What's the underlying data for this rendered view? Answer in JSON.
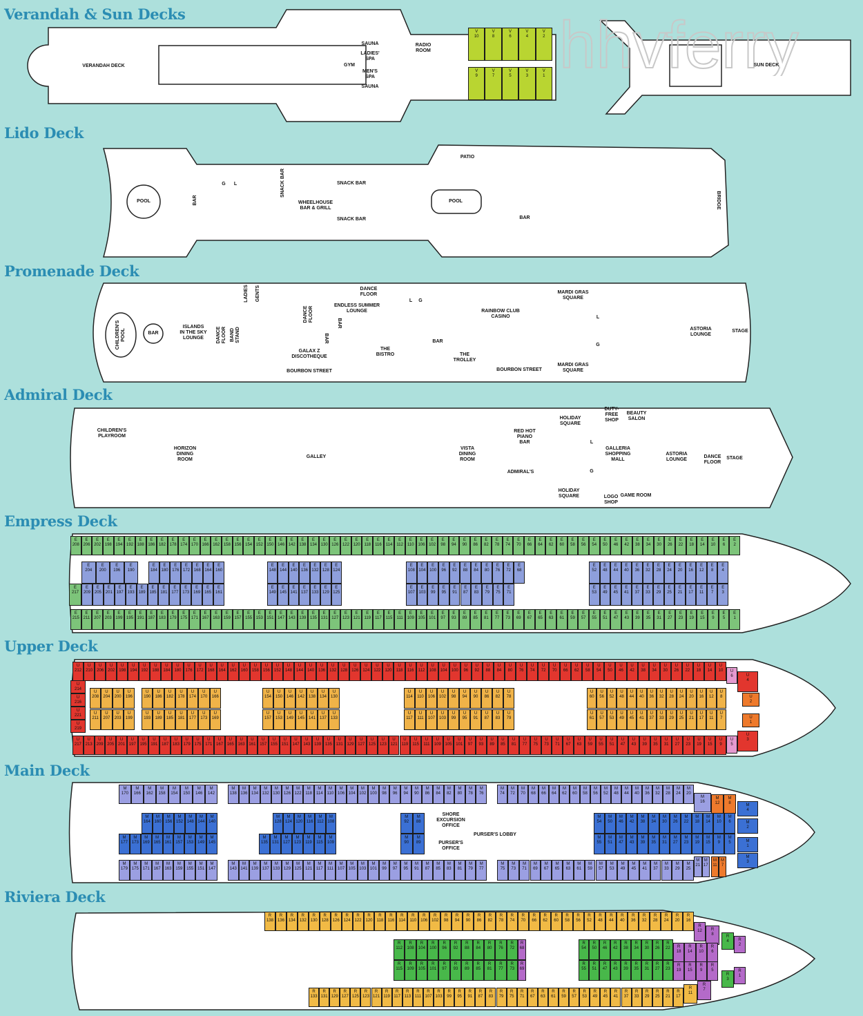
{
  "watermark": "hhvferry",
  "decks": {
    "verandah": {
      "title": "Verandah & Sun Decks",
      "labels": {
        "deck": "VERANDAH DECK",
        "gym": "GYM",
        "sauna1": "SAUNA",
        "ladies_spa": "LADIES'\nSPA",
        "mens_spa": "MEN'S\nSPA",
        "sauna2": "SAUNA",
        "radio": "RADIO\nROOM",
        "sun": "SUN DECK"
      }
    },
    "lido": {
      "title": "Lido Deck",
      "labels": {
        "pool1": "POOL",
        "bar1": "BAR",
        "g": "G",
        "l": "L",
        "snack_v": "SNACK BAR",
        "wheelhouse": "WHEELHOUSE\nBAR & GRILL",
        "snack1": "SNACK BAR",
        "snack2": "SNACK BAR",
        "patio": "PATIO",
        "pool2": "POOL",
        "bar2": "BAR",
        "bridge": "BRIDGE"
      }
    },
    "promenade": {
      "title": "Promenade Deck",
      "labels": {
        "childpool": "CHILDREN'S\nPOOL",
        "bar": "BAR",
        "islands": "ISLANDS\nIN THE SKY\nLOUNGE",
        "dance1": "DANCE\nFLOOR",
        "band": "BAND\nSTAND",
        "ladies": "LADIES",
        "gents": "GENTS",
        "dance2": "DANCE\nFLOOR",
        "galax": "GALAX Z\nDISCOTHEQUE",
        "endless": "ENDLESS SUMMER\nLOUNGE",
        "dance3": "DANCE\nFLOOR",
        "bar2": "BAR",
        "bar3": "BAR",
        "bistro": "THE\nBISTRO",
        "l": "L",
        "g": "G",
        "bar4": "BAR",
        "casino": "RAINBOW CLUB\nCASINO",
        "trolley": "THE\nTROLLEY",
        "bourbon1": "BOURBON STREET",
        "bourbon2": "BOURBON STREET",
        "mardi1": "MARDI GRAS\nSQUARE",
        "mardi2": "MARDI GRAS\nSQUARE",
        "l2": "L",
        "g2": "G",
        "astoria": "ASTORIA\nLOUNGE",
        "stage": "STAGE"
      }
    },
    "admiral": {
      "title": "Admiral Deck",
      "labels": {
        "playroom": "CHILDREN'S\nPLAYROOM",
        "horizon": "HORIZON\nDINING\nROOM",
        "galley": "GALLEY",
        "vista": "VISTA\nDINING\nROOM",
        "redhot": "RED HOT\nPIANO\nBAR",
        "admirals": "ADMIRAL'S",
        "holiday1": "HOLIDAY\nSQUARE",
        "holiday2": "HOLIDAY\nSQUARE",
        "dutyfree": "DUTY-\nFREE\nSHOP",
        "beauty": "BEAUTY\nSALON",
        "galleria": "GALLERIA\nSHOPPING\nMALL",
        "l": "L",
        "g": "G",
        "logo": "LOGO\nSHOP",
        "game": "GAME ROOM",
        "astoria": "ASTORIA\nLOUNGE",
        "dance": "DANCE\nFLOOR",
        "stage": "STAGE"
      }
    },
    "empress": {
      "title": "Empress Deck"
    },
    "upper": {
      "title": "Upper Deck"
    },
    "main": {
      "title": "Main Deck",
      "labels": {
        "shore": "SHORE\nEXCURSION\nOFFICE",
        "purser_office": "PURSER'S\nOFFICE",
        "purser_lobby": "PURSER'S LOBBY"
      }
    },
    "riviera": {
      "title": "Riviera Deck"
    }
  },
  "colors": {
    "hull": "#ffffff",
    "title": "#2b8db3",
    "verandah": "#b9d531",
    "green": "#7dc47a",
    "blue": "#8e9fdc",
    "red": "#e2362e",
    "orange": "#f0b348",
    "pink": "#e59ad0",
    "orange2": "#ee7a2c",
    "lavender": "#9b9fe2",
    "mblue": "#3b70d4",
    "rgreen": "#48b84a",
    "purple": "#b46ac9",
    "yellow": "#f1ba45"
  },
  "cabin_segments": [
    {
      "p": "V",
      "c": "verandah",
      "n": [
        10,
        8,
        6,
        4,
        2
      ]
    },
    {
      "p": "V",
      "c": "verandah",
      "n": [
        9,
        7,
        5,
        3,
        1
      ]
    },
    {
      "p": "E",
      "c": "green",
      "n": [
        208,
        206,
        202,
        198,
        194,
        192,
        188,
        186,
        182,
        178,
        174,
        170,
        166,
        162,
        158,
        156,
        154,
        152,
        150,
        146,
        142,
        138,
        134,
        130,
        126,
        122,
        120,
        118,
        116,
        114,
        112,
        110,
        106,
        102,
        98,
        94,
        90,
        86,
        82,
        78,
        74,
        70,
        66,
        64,
        62,
        60,
        58,
        56,
        54,
        50,
        46,
        42,
        38,
        34,
        30,
        26,
        22,
        18,
        14,
        10,
        6,
        2
      ]
    },
    {
      "p": "E",
      "c": "blue",
      "n": [
        204,
        200,
        196,
        190
      ]
    },
    {
      "p": "E",
      "c": "blue",
      "n": [
        184,
        180,
        176,
        172,
        168,
        164,
        160
      ]
    },
    {
      "p": "E",
      "c": "blue",
      "n": [
        148,
        144,
        140,
        136,
        132,
        128,
        124
      ]
    },
    {
      "p": "E",
      "c": "blue",
      "n": [
        108,
        104,
        100,
        96,
        92,
        88,
        84,
        80,
        76,
        72,
        68
      ]
    },
    {
      "p": "E",
      "c": "blue",
      "n": [
        52,
        48,
        44,
        40,
        36,
        32,
        28,
        24,
        20,
        16,
        12,
        8,
        4
      ]
    },
    {
      "p": "E",
      "c": "green",
      "n": [
        217
      ]
    },
    {
      "p": "E",
      "c": "blue",
      "n": [
        209,
        205,
        201,
        197,
        193,
        189,
        185,
        181,
        177,
        173,
        169,
        165,
        161
      ]
    },
    {
      "p": "E",
      "c": "blue",
      "n": [
        149,
        145,
        141,
        137,
        133,
        129,
        125
      ]
    },
    {
      "p": "E",
      "c": "blue",
      "n": [
        107,
        103,
        99,
        95,
        91,
        87,
        83,
        79,
        75,
        71
      ]
    },
    {
      "p": "E",
      "c": "blue",
      "n": [
        53,
        49,
        45,
        41,
        37,
        33,
        29,
        25,
        21,
        17,
        11,
        7,
        3
      ]
    },
    {
      "p": "E",
      "c": "green",
      "n": [
        215,
        211,
        207,
        203,
        199,
        195,
        191,
        187,
        183,
        179,
        175,
        171,
        167,
        163,
        159,
        157,
        155,
        153,
        151,
        147,
        143,
        139,
        135,
        131,
        127,
        123,
        121,
        119,
        117,
        115,
        111,
        109,
        105,
        101,
        97,
        93,
        89,
        85,
        81,
        77,
        73,
        69,
        67,
        65,
        63,
        61,
        59,
        57,
        55,
        51,
        47,
        43,
        39,
        35,
        31,
        27,
        23,
        19,
        15,
        9,
        5,
        1
      ]
    },
    {
      "p": "U",
      "c": "red",
      "n": [
        212,
        210,
        206,
        202,
        198,
        194,
        192,
        188,
        184,
        180,
        176,
        172,
        168,
        164,
        162,
        160,
        158,
        156,
        152,
        148,
        144,
        140,
        136,
        132,
        128,
        126,
        124,
        122,
        120,
        118,
        116,
        112,
        108,
        104,
        100,
        96,
        92,
        88,
        84,
        80,
        76,
        74,
        72,
        70,
        66,
        62,
        58,
        54,
        50,
        46,
        42,
        38,
        34,
        30,
        26,
        22,
        18,
        14,
        10
      ]
    },
    {
      "p": "U",
      "c": "pink",
      "n": [
        6
      ]
    },
    {
      "p": "U",
      "c": "red",
      "n": [
        4
      ]
    },
    {
      "p": "U",
      "c": "red",
      "n": [
        214,
        216,
        221,
        219
      ]
    },
    {
      "p": "U",
      "c": "orange",
      "n": [
        208,
        204,
        200,
        196
      ]
    },
    {
      "p": "U",
      "c": "orange",
      "n": [
        190,
        186,
        182,
        178,
        174,
        170,
        166
      ]
    },
    {
      "p": "U",
      "c": "orange",
      "n": [
        154,
        150,
        146,
        142,
        138,
        134,
        130
      ]
    },
    {
      "p": "U",
      "c": "orange",
      "n": [
        114,
        110,
        106,
        102,
        98,
        94,
        90,
        86,
        82,
        78
      ]
    },
    {
      "p": "U",
      "c": "orange",
      "n": [
        60,
        56,
        52,
        48,
        44,
        40,
        36,
        32,
        28,
        24,
        20,
        16,
        12,
        8
      ]
    },
    {
      "p": "U",
      "c": "orange",
      "n": [
        211,
        207,
        203,
        199
      ]
    },
    {
      "p": "U",
      "c": "orange",
      "n": [
        193,
        189,
        185,
        181,
        177,
        173,
        169
      ]
    },
    {
      "p": "U",
      "c": "orange",
      "n": [
        157,
        153,
        149,
        145,
        141,
        137,
        133
      ]
    },
    {
      "p": "U",
      "c": "orange",
      "n": [
        117,
        111,
        107,
        103,
        99,
        95,
        91,
        87,
        83,
        79
      ]
    },
    {
      "p": "U",
      "c": "orange",
      "n": [
        61,
        57,
        53,
        49,
        45,
        41,
        37,
        33,
        29,
        25,
        21,
        17,
        11,
        7
      ]
    },
    {
      "p": "U",
      "c": "red",
      "n": [
        217,
        213,
        209,
        205,
        201,
        197,
        195,
        191,
        187,
        183,
        179,
        175,
        171,
        167,
        165,
        163,
        161,
        157,
        155,
        151,
        147,
        143,
        139,
        135,
        131,
        129,
        127,
        125,
        123,
        121,
        119,
        115,
        111,
        109,
        105,
        101,
        97,
        93,
        89,
        85,
        81,
        77,
        75,
        73,
        71,
        67,
        63,
        59,
        55,
        51,
        47,
        43,
        39,
        35,
        31,
        27,
        23,
        19,
        15,
        9
      ]
    },
    {
      "p": "U",
      "c": "pink",
      "n": [
        5
      ]
    },
    {
      "p": "U",
      "c": "red",
      "n": [
        3
      ]
    },
    {
      "p": "U",
      "c": "orange2",
      "n": [
        2
      ]
    },
    {
      "p": "U",
      "c": "orange2",
      "n": [
        1
      ]
    },
    {
      "p": "M",
      "c": "lavender",
      "n": [
        170,
        166,
        162,
        158,
        154,
        150,
        146,
        142
      ]
    },
    {
      "p": "M",
      "c": "lavender",
      "n": [
        138,
        136,
        134,
        132,
        130,
        126,
        122,
        118,
        114,
        110,
        106,
        104,
        102,
        100,
        98,
        96,
        94,
        90,
        86,
        84,
        82,
        80,
        78,
        76
      ]
    },
    {
      "p": "M",
      "c": "lavender",
      "n": [
        74,
        72,
        70,
        68,
        66,
        64,
        62,
        60,
        58,
        56,
        52,
        48,
        44,
        40,
        36,
        32,
        28,
        24,
        20
      ]
    },
    {
      "p": "M",
      "c": "lavender",
      "n": [
        16
      ]
    },
    {
      "p": "M",
      "c": "orange2",
      "n": [
        12,
        8
      ]
    },
    {
      "p": "M",
      "c": "mblue",
      "n": [
        4
      ]
    },
    {
      "p": "M",
      "c": "mblue",
      "n": [
        164,
        160,
        156,
        152,
        148,
        144,
        140
      ]
    },
    {
      "p": "M",
      "c": "mblue",
      "n": [
        128,
        124,
        120,
        116,
        112,
        108
      ]
    },
    {
      "p": "M",
      "c": "mblue",
      "n": [
        92,
        88
      ]
    },
    {
      "p": "M",
      "c": "mblue",
      "n": [
        54,
        50,
        46,
        42,
        38,
        34,
        30,
        26,
        22,
        18,
        14,
        10,
        6
      ]
    },
    {
      "p": "M",
      "c": "mblue",
      "n": [
        2
      ]
    },
    {
      "p": "M",
      "c": "mblue",
      "n": [
        177,
        173,
        169,
        165,
        161,
        157,
        153,
        149,
        145
      ]
    },
    {
      "p": "M",
      "c": "mblue",
      "n": [
        135,
        131,
        127,
        123,
        119,
        115,
        109
      ]
    },
    {
      "p": "M",
      "c": "mblue",
      "n": [
        90,
        89
      ]
    },
    {
      "p": "M",
      "c": "mblue",
      "n": [
        55,
        51,
        47,
        43,
        39,
        35,
        31,
        27,
        23,
        19,
        15,
        9,
        5
      ]
    },
    {
      "p": "M",
      "c": "mblue",
      "n": [
        1
      ]
    },
    {
      "p": "M",
      "c": "lavender",
      "n": [
        179,
        175,
        171,
        167,
        163,
        159,
        155,
        151,
        147
      ]
    },
    {
      "p": "M",
      "c": "lavender",
      "n": [
        143,
        141,
        139,
        137,
        133,
        129,
        125,
        121,
        117,
        111,
        107,
        105,
        103,
        101,
        99,
        97,
        95,
        91,
        87,
        85,
        83,
        81,
        79,
        77
      ]
    },
    {
      "p": "M",
      "c": "lavender",
      "n": [
        75,
        73,
        71,
        69,
        67,
        65,
        63,
        61,
        59,
        57,
        53,
        49,
        45,
        41,
        37,
        33,
        29,
        25
      ]
    },
    {
      "p": "M",
      "c": "lavender",
      "n": [
        21,
        17
      ]
    },
    {
      "p": "M",
      "c": "orange2",
      "n": [
        11,
        7
      ]
    },
    {
      "p": "M",
      "c": "mblue",
      "n": [
        3
      ]
    },
    {
      "p": "R",
      "c": "yellow",
      "n": [
        138,
        136,
        134,
        132,
        130,
        128,
        126,
        124,
        122,
        120,
        118,
        116,
        114,
        110,
        106,
        102,
        98,
        94,
        90,
        86,
        82,
        78,
        74,
        70,
        66,
        62,
        60,
        58,
        56,
        52,
        48,
        44,
        40,
        36,
        32,
        28,
        24,
        20,
        16
      ]
    },
    {
      "p": "R",
      "c": "purple",
      "n": [
        12
      ]
    },
    {
      "p": "R",
      "c": "purple",
      "n": [
        8
      ]
    },
    {
      "p": "R",
      "c": "rgreen",
      "n": [
        4
      ]
    },
    {
      "p": "R",
      "c": "purple",
      "n": [
        2
      ]
    },
    {
      "p": "R",
      "c": "rgreen",
      "n": [
        112,
        108,
        104,
        100,
        96,
        92,
        88,
        84,
        80,
        76,
        72
      ]
    },
    {
      "p": "R",
      "c": "purple",
      "n": [
        68
      ]
    },
    {
      "p": "R",
      "c": "rgreen",
      "n": [
        54,
        50,
        46,
        42,
        38,
        34,
        30,
        26,
        22
      ]
    },
    {
      "p": "R",
      "c": "purple",
      "n": [
        18,
        14,
        10,
        6
      ]
    },
    {
      "p": "R",
      "c": "rgreen",
      "n": [
        115,
        109,
        105,
        101,
        97,
        93,
        89,
        85,
        81,
        77,
        73
      ]
    },
    {
      "p": "R",
      "c": "purple",
      "n": [
        69
      ]
    },
    {
      "p": "R",
      "c": "rgreen",
      "n": [
        55,
        51,
        47,
        43,
        39,
        35,
        31,
        27,
        23
      ]
    },
    {
      "p": "R",
      "c": "purple",
      "n": [
        19,
        15,
        9,
        5
      ]
    },
    {
      "p": "R",
      "c": "yellow",
      "n": [
        133,
        131,
        129,
        127,
        125,
        123,
        121,
        119,
        117,
        113,
        111,
        107,
        103,
        99,
        95,
        91,
        87,
        83,
        79,
        75,
        71,
        67,
        63,
        61,
        59,
        57,
        53,
        49,
        45,
        41,
        37,
        33,
        29,
        25,
        21,
        17
      ]
    },
    {
      "p": "R",
      "c": "yellow",
      "n": [
        11
      ]
    },
    {
      "p": "R",
      "c": "purple",
      "n": [
        7
      ]
    },
    {
      "p": "R",
      "c": "rgreen",
      "n": [
        3
      ]
    },
    {
      "p": "R",
      "c": "purple",
      "n": [
        1
      ]
    }
  ]
}
